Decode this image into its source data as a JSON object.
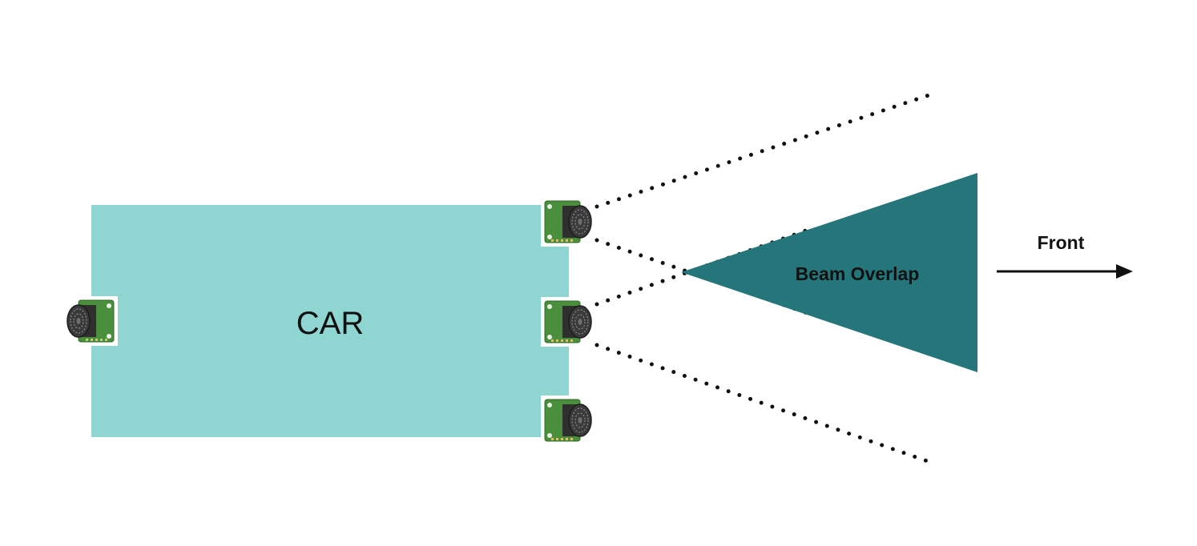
{
  "labels": {
    "car": "CAR",
    "beam_overlap": "Beam Overlap",
    "front": "Front"
  },
  "colors": {
    "car_body": "#8fd6d2",
    "beam_overlap": "#25767a",
    "sensor_board": "#4a8f3c",
    "sensor_can": "#3a3a3a",
    "beam_dots": "#111111",
    "arrow": "#111111",
    "text": "#111111"
  },
  "sensors": [
    {
      "name": "front-top-sensor",
      "position": "front-top"
    },
    {
      "name": "front-middle-sensor",
      "position": "front-middle"
    },
    {
      "name": "front-bottom-sensor",
      "position": "front-bottom"
    },
    {
      "name": "rear-sensor",
      "position": "rear"
    }
  ]
}
